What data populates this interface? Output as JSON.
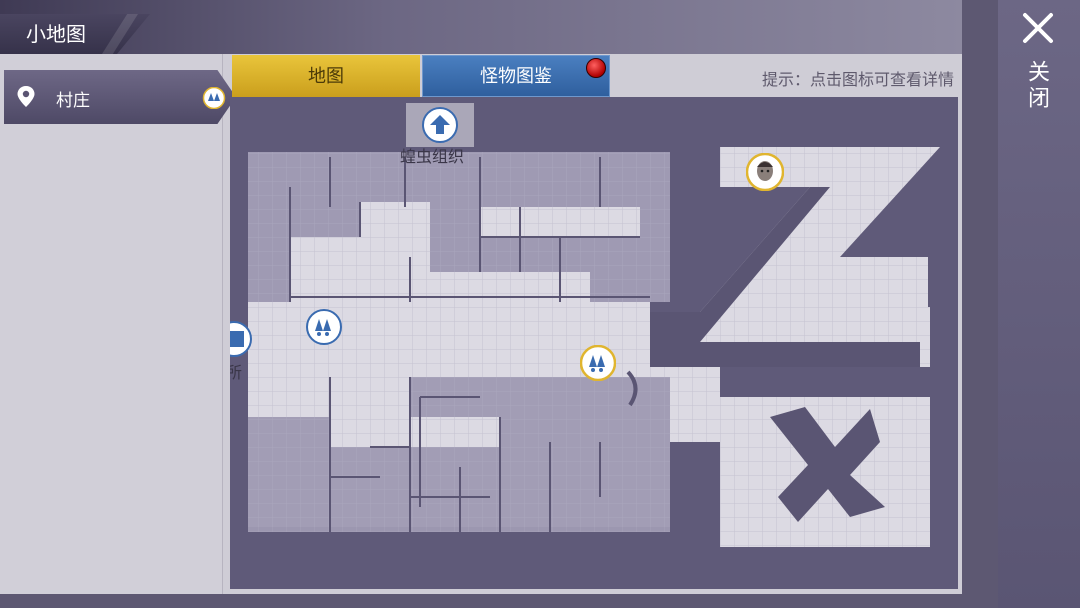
{
  "header": {
    "title": "小地图"
  },
  "sidebar": {
    "items": [
      {
        "label": "村庄",
        "icon": "location-pin-icon"
      }
    ]
  },
  "tabs": [
    {
      "label": "地图",
      "active": true
    },
    {
      "label": "怪物图鉴",
      "active": false
    }
  ],
  "hint": "提示：点击图标可查看详情",
  "map": {
    "pois": [
      {
        "label": "蝗虫组织",
        "icon": "up-arrow-icon"
      },
      {
        "label": "所",
        "icon": "shop-icon"
      },
      {
        "label": "",
        "icon": "bells-icon"
      },
      {
        "label": "",
        "icon": "bells-icon"
      },
      {
        "label": "",
        "icon": "npc-portrait-icon"
      }
    ]
  },
  "close": {
    "label": "关闭"
  },
  "colors": {
    "accent_gold": "#e0b52f",
    "tab_blue": "#3a6bb0",
    "map_bg": "#5f5a79"
  }
}
